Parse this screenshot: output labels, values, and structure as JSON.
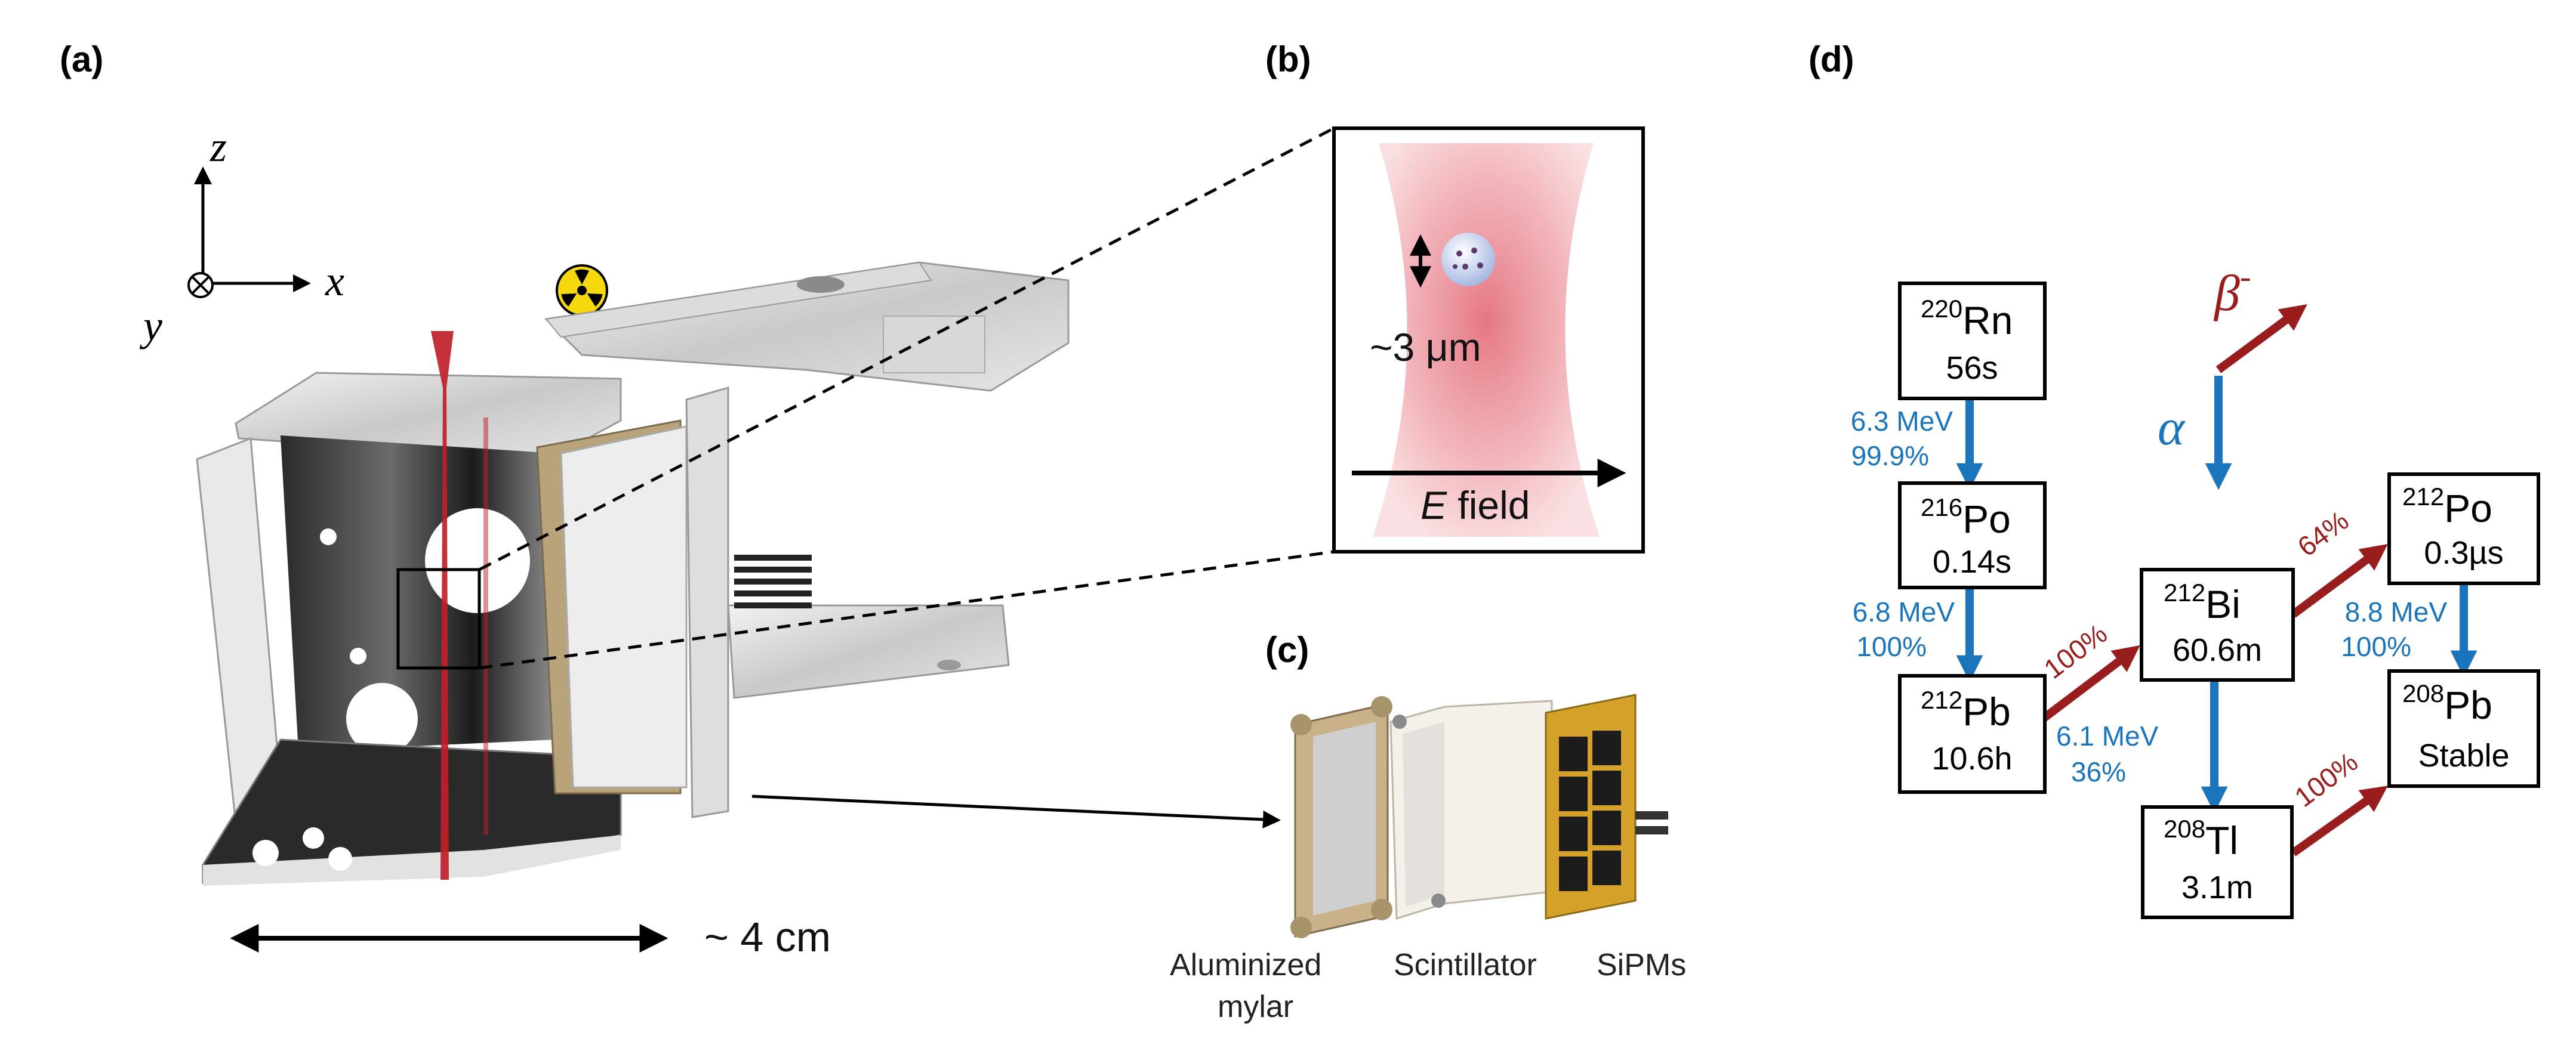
{
  "panels": {
    "a": "(a)",
    "b": "(b)",
    "c": "(c)",
    "d": "(d)"
  },
  "panel_a": {
    "axis_z": "z",
    "axis_x": "x",
    "axis_y": "y",
    "scale_label": "~ 4 cm",
    "icons": [
      "radiation-hazard-icon"
    ]
  },
  "panel_b": {
    "size_label": "~3 μm",
    "field_label_italic": "E",
    "field_label_rest": " field"
  },
  "panel_c": {
    "labels": [
      "Aluminized",
      "mylar",
      "Scintillator",
      "SiPMs"
    ]
  },
  "panel_d": {
    "beta_symbol": "β",
    "beta_sup": "-",
    "alpha_symbol": "α",
    "nuclides": [
      {
        "mass": "220",
        "element": "Rn",
        "half_life": "56s"
      },
      {
        "mass": "216",
        "element": "Po",
        "half_life": "0.14s"
      },
      {
        "mass": "212",
        "element": "Pb",
        "half_life": "10.6h"
      },
      {
        "mass": "212",
        "element": "Bi",
        "half_life": "60.6m"
      },
      {
        "mass": "212",
        "element": "Po",
        "half_life": "0.3µs"
      },
      {
        "mass": "208",
        "element": "Tl",
        "half_life": "3.1m"
      },
      {
        "mass": "208",
        "element": "Pb",
        "half_life": "Stable"
      }
    ],
    "alpha_decays": [
      {
        "energy": "6.3 MeV",
        "branch": "99.9%"
      },
      {
        "energy": "6.8 MeV",
        "branch": "100%"
      },
      {
        "energy": "6.1 MeV",
        "branch": "36%"
      },
      {
        "energy": "8.8 MeV",
        "branch": "100%"
      }
    ],
    "beta_decays": [
      "100%",
      "64%",
      "100%"
    ]
  },
  "colors": {
    "alpha_arrow": "#1b75bc",
    "beta_arrow": "#9a1d1d",
    "laser": "#c0202a",
    "brass": "#a8946a",
    "pcb": "#d4a12a"
  }
}
